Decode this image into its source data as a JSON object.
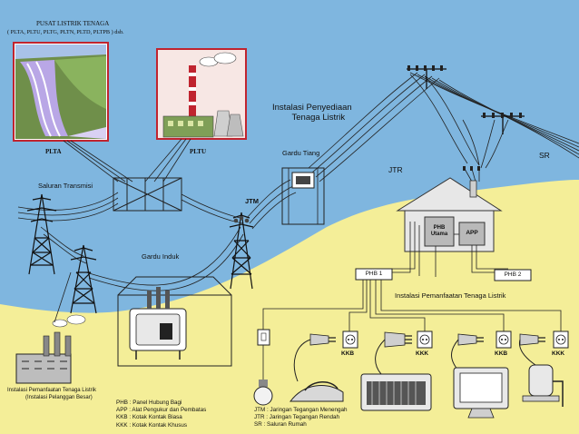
{
  "header": {
    "title": "PUSAT LISTRIK TENAGA",
    "subtitle": "( PLTA, PLTU, PLTG, PLTN, PLTD, PLTPB ) dsb."
  },
  "plants": {
    "plta": "PLTA",
    "pltu": "PLTU"
  },
  "section_title": {
    "line1": "Instalasi Penyediaan",
    "line2": "Tenaga Listrik"
  },
  "labels": {
    "gardu_tiang": "Gardu Tiang",
    "saluran_transmisi": "Saluran Transmisi",
    "jtm": "JTM",
    "jtr": "JTR",
    "sr": "SR",
    "gardu_induk": "Gardu Induk",
    "phb_utama_line1": "PHB",
    "phb_utama_line2": "Utama",
    "app": "APP",
    "phb1": "PHB 1",
    "phb2": "PHB 2",
    "instalasi_pemanfaatan": "Instalasi Pemanfaatan Tenaga Listrik",
    "kkb": "KKB",
    "kkk": "KKK",
    "industry_line1": "Instalasi Pemanfaatan Tenaga Listrik",
    "industry_line2": "(Instalasi Pelanggan Besar)"
  },
  "legend_left": [
    "PHB : Panel Hubung Bagi",
    "APP : Alat Pengukur dan Pembatas",
    "KKB : Kotak Kontak Biasa",
    "KKK : Kotak Kontak Khusus"
  ],
  "legend_right": [
    "JTM : Jaringan Tegangan Menengah",
    "JTR : Jaringan Tegangan Rendah",
    "SR   : Saluran Rumah"
  ],
  "colors": {
    "sky": "#7fb6df",
    "ground": "#f4ee98",
    "house_wall": "#e7e7e7",
    "box_gray": "#b9b9b9",
    "plant_border": "#c0242f",
    "water": "#b9a7e6"
  }
}
